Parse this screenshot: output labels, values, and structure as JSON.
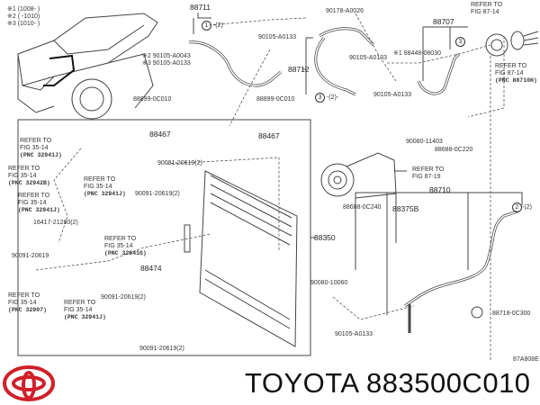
{
  "legend": [
    "※1 (1008-      )",
    "※2 (      -1010)",
    "※3 (1010-      )"
  ],
  "labels": {
    "p88711": "88711",
    "qty2a": "(2)",
    "circle1": "1",
    "p90105_a": "90105-A0133",
    "p90105_a0043": "※2 90105-A0043",
    "p90105_a0133_3": "※3 90105-A0133",
    "p88899_a": "88899-0C010",
    "p88899_b": "88899-0C010",
    "p90178": "90178-A0026",
    "p88707": "88707",
    "circle3a": "3",
    "p88448": "※1 88448-08030",
    "p90105_b": "90105-A0133",
    "p88712": "88712",
    "circle3b": "3",
    "qty2b": "(2)",
    "p90105_c": "90105-A0133",
    "p90080_11403": "90080-11403",
    "p88688_0c220": "88688-0C220",
    "p88467_a": "88467",
    "p88467_b": "88467",
    "p90091_a": "90091-20619(2)",
    "p90091_b": "90091-20619(2)",
    "p16417": "16417-21280(2)",
    "p90091_c": "90091-20619",
    "p88474": "88474",
    "p90091_d": "90091-20619(2)",
    "p90091_e": "90091-20619(2)",
    "p88350": "88350",
    "p88710": "88710",
    "p88688_0c240": "88688-0C240",
    "p88375b": "88375B",
    "circle2": "2",
    "qty2c": "(2)",
    "p90080_10060": "90080-10060",
    "p88718": "88718-0C300",
    "p90105_d": "90105-A0133",
    "figure_code": "87A808E"
  },
  "refs": [
    {
      "l1": "REFER TO",
      "l2": "FIG 87-14",
      "pnc": ""
    },
    {
      "l1": "REFER TO",
      "l2": "FIG 87-14",
      "pnc": "(PNC 88710H)"
    },
    {
      "l1": "REFER TO",
      "l2": "FIG 35-14",
      "pnc": "(PNC 32941J)"
    },
    {
      "l1": "REFER TO",
      "l2": "FIG 35-14",
      "pnc": "(PNC 32942B)"
    },
    {
      "l1": "REFER TO",
      "l2": "FIG 35-14",
      "pnc": "(PNC 32941J)"
    },
    {
      "l1": "REFER TO",
      "l2": "FIG 35-14",
      "pnc": "(PNC 32941J)"
    },
    {
      "l1": "REFER TO",
      "l2": "FIG 35-14",
      "pnc": "(PNC 32941G)"
    },
    {
      "l1": "REFER TO",
      "l2": "FIG 35-14",
      "pnc": "(PNC 32907)"
    },
    {
      "l1": "REFER TO",
      "l2": "FIG 35-14",
      "pnc": "(PNC 32941J)"
    },
    {
      "l1": "REFER TO",
      "l2": "FIG 87-19",
      "pnc": ""
    }
  ],
  "footer": {
    "brand_logo": "TOYOTA",
    "caption": "TOYOTA 883500C010"
  },
  "colors": {
    "logo_red": "#d0202a",
    "line": "#333333"
  }
}
